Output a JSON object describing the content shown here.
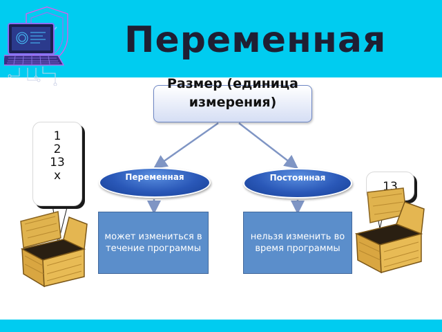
{
  "title": "Переменная",
  "root": {
    "label": "Размер (единица измерения)"
  },
  "branches": [
    {
      "label": "Переменная",
      "description": "может измениться в течение программы"
    },
    {
      "label": "Постоянная",
      "description": "нельзя изменить во время программы"
    }
  ],
  "callouts": {
    "left": [
      "1",
      "2",
      "13",
      "x"
    ],
    "right": "13"
  },
  "colors": {
    "band": "#00ccf0",
    "title": "#1f1f33",
    "pill": "#2a58b8",
    "desc_box": "#5b8ecb",
    "connector": "#7f95c4"
  },
  "icons": {
    "logo": "laptop-security-icon",
    "box": "open-wooden-box-icon"
  }
}
